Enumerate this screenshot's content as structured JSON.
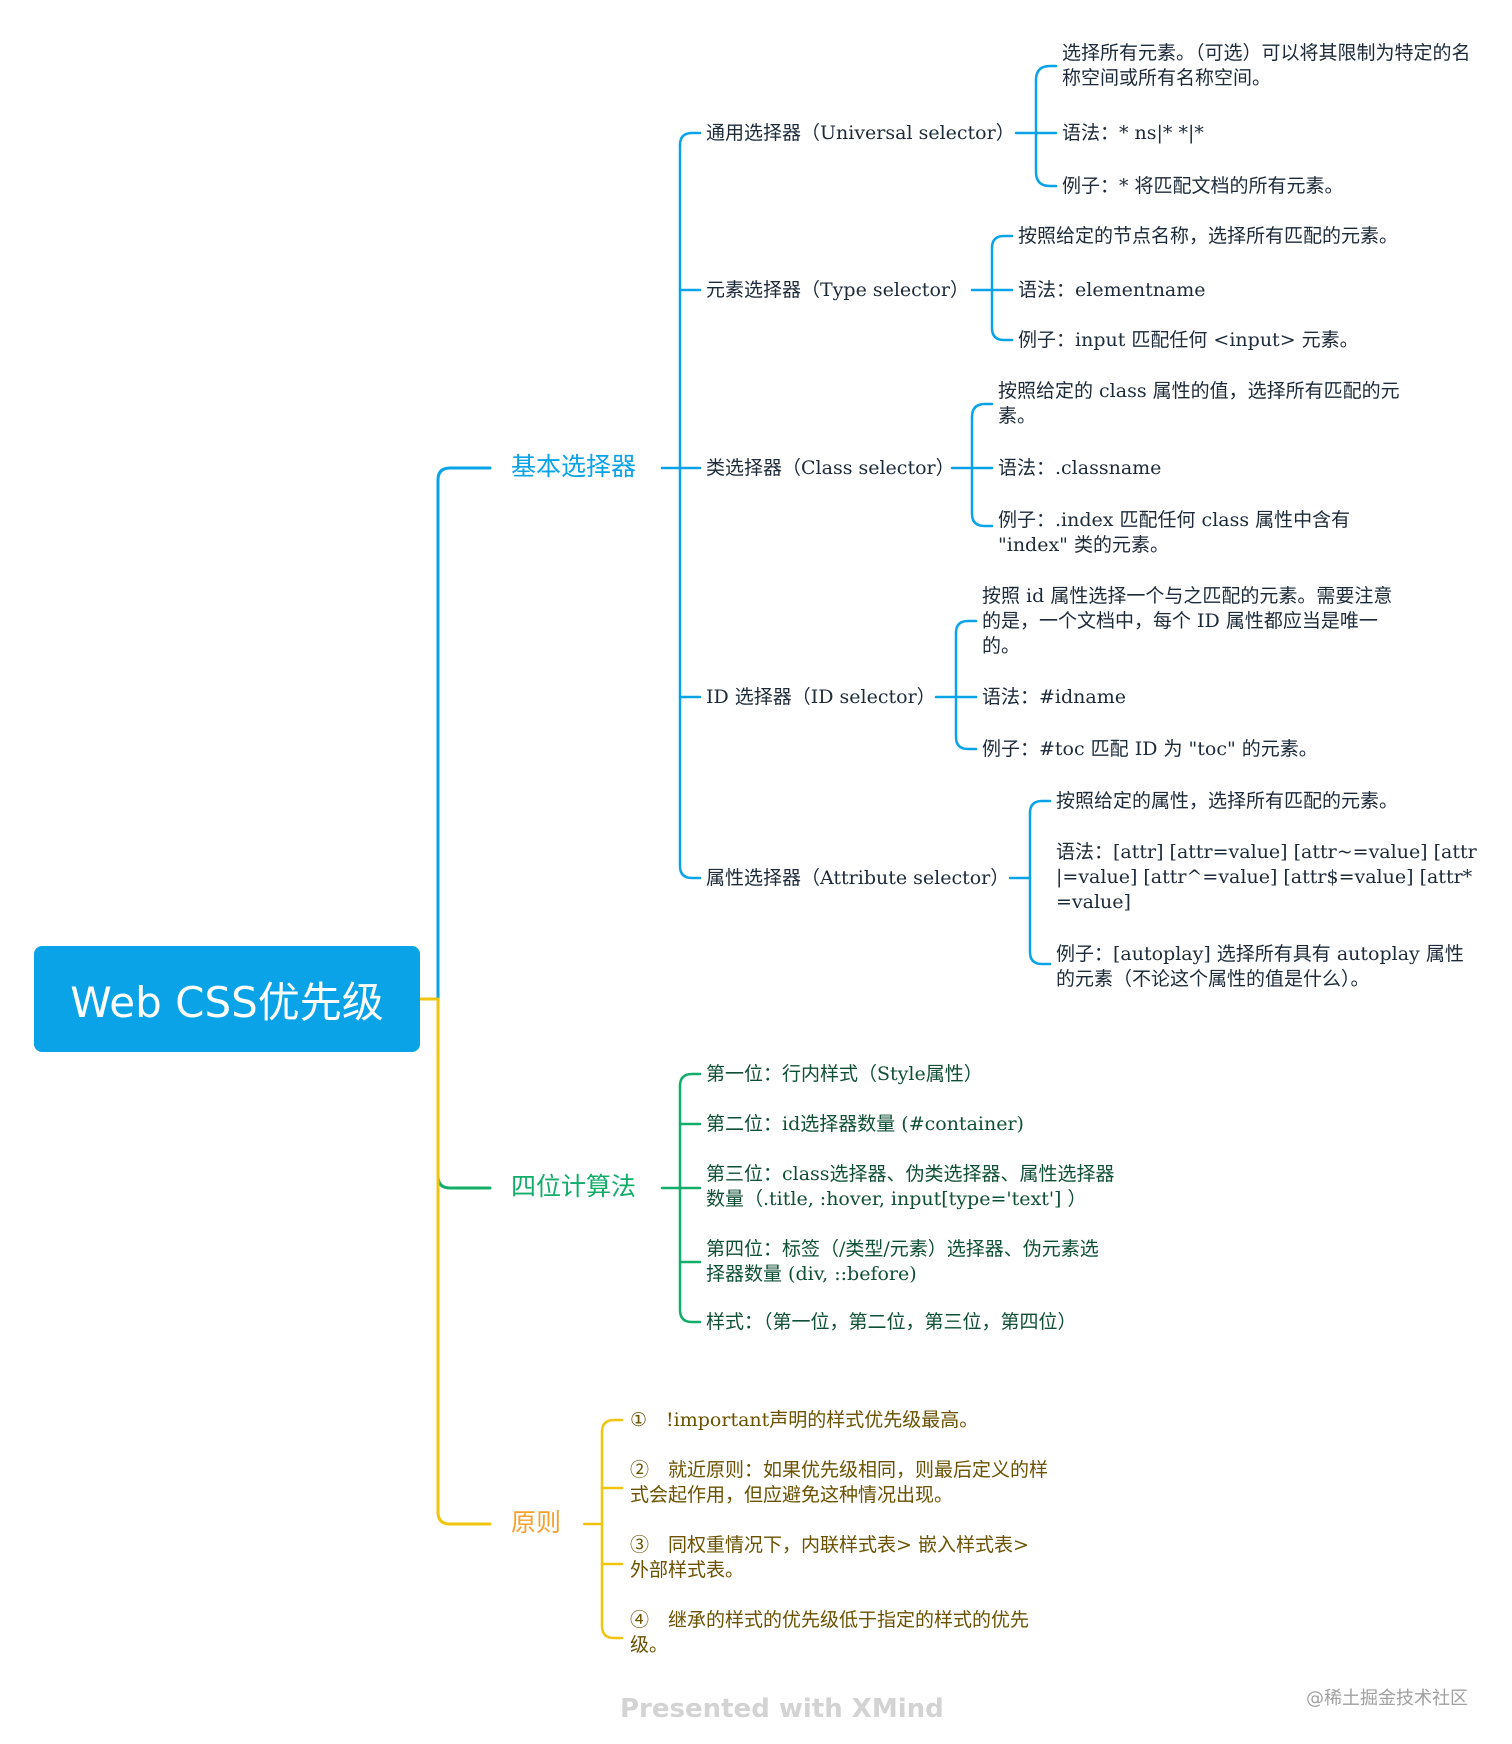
{
  "root": {
    "title": "Web CSS优先级"
  },
  "basic": {
    "title": "基本选择器",
    "universal": {
      "label": "通用选择器（Universal selector）",
      "desc": "选择所有元素。（可选）可以将其限制为特定的名称空间或所有名称空间。",
      "syntax": "语法：* ns|* *|*",
      "example": "例子：* 将匹配文档的所有元素。"
    },
    "type": {
      "label": "元素选择器（Type selector）",
      "desc": "按照给定的节点名称，选择所有匹配的元素。",
      "syntax": "语法：elementname",
      "example": "例子：input 匹配任何 <input> 元素。"
    },
    "class": {
      "label": "类选择器（Class selector）",
      "desc": "按照给定的 class 属性的值，选择所有匹配的元素。",
      "syntax": "语法：.classname",
      "example": "例子：.index 匹配任何 class 属性中含有 \"index\" 类的元素。"
    },
    "id": {
      "label": "ID 选择器（ID selector）",
      "desc": "按照 id 属性选择一个与之匹配的元素。需要注意的是，一个文档中，每个 ID 属性都应当是唯一的。",
      "syntax": "语法：#idname",
      "example": "例子：#toc 匹配 ID 为 \"toc\" 的元素。"
    },
    "attribute": {
      "label": "属性选择器（Attribute selector）",
      "desc": "按照给定的属性，选择所有匹配的元素。",
      "syntax": "语法：[attr] [attr=value] [attr~=value] [attr|=value] [attr^=value] [attr$=value] [attr*=value]",
      "example": "例子：[autoplay] 选择所有具有 autoplay 属性的元素（不论这个属性的值是什么）。"
    }
  },
  "four": {
    "title": "四位计算法",
    "items": [
      "第一位：行内样式（Style属性）",
      "第二位：id选择器数量 (#container)",
      "第三位：class选择器、伪类选择器、属性选择器数量（.title, :hover, input[type='text'] ）",
      "第四位：标签（/类型/元素）选择器、伪元素选择器数量 (div, ::before)",
      "样式：（第一位，第二位，第三位，第四位）"
    ]
  },
  "principle": {
    "title": "原则",
    "items": [
      "①　!important声明的样式优先级最高。",
      "②　就近原则：如果优先级相同，则最后定义的样式会起作用，但应避免这种情况出现。",
      "③　同权重情况下，内联样式表> 嵌入样式表> 外部样式表。",
      "④　继承的样式的优先级低于指定的样式的优先级。"
    ]
  },
  "footer": {
    "presented": "Presented with XMind",
    "watermark": "@稀土掘金技术社区"
  },
  "colors": {
    "blue": "#0aa3e8",
    "green": "#13ad6a",
    "yellow": "#f1c40f",
    "orange": "#f3a12f"
  }
}
